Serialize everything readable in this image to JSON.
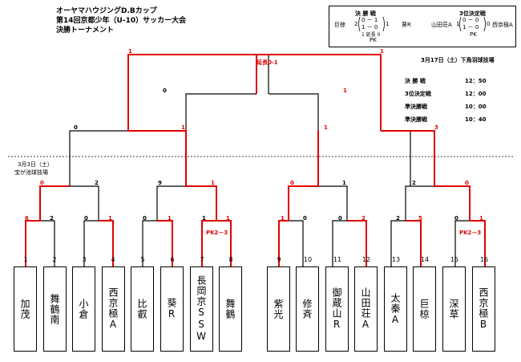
{
  "title": {
    "line1": "オーヤマハウジングD.Bカップ",
    "line2": "第14回京都少年（U-10）サッカー大会",
    "line3": "決勝トーナメント"
  },
  "results": {
    "final_header": "決 勝 戦",
    "third_header": "3位決定戦",
    "final_team1": "巨椋",
    "final_team2": "葵R",
    "final_score1": "2",
    "final_score2": "1",
    "final_half1": "0 － 1",
    "final_half2": "1 － 0",
    "final_pk": "1 延長 0",
    "final_pk_label": "PK",
    "third_team1": "山田荘A",
    "third_team2": "西京極A",
    "third_score1": "1",
    "third_score2": "0",
    "third_half1": "0 － 0",
    "third_half2": "1 － 0",
    "third_pk_label": "PK"
  },
  "schedule": {
    "date_venue": "3月17日（土）下鳥羽球技場",
    "rows": [
      {
        "label": "決 勝 戦",
        "time": "12：50"
      },
      {
        "label": "3位決定戦",
        "time": "12：00"
      },
      {
        "label": "準決勝戦",
        "time": "10：00"
      },
      {
        "label": "準決勝戦",
        "time": "10：40"
      }
    ]
  },
  "day2": {
    "date": "3月3日（土）",
    "venue": "宝が池球技場"
  },
  "notes": {
    "extra": "延長0-1",
    "pk_left": "PK2－3",
    "pk_right": "PK2－3"
  },
  "scores": {
    "r1": [
      "6",
      "2",
      "0",
      "1",
      "0",
      "1",
      "1",
      "1",
      "1",
      "0",
      "0",
      "2",
      "2",
      "5",
      "0",
      "1"
    ],
    "r2": [
      "0",
      "2",
      "9",
      "1",
      "0",
      "1",
      "2",
      "0"
    ],
    "qf": [
      "0",
      "1",
      "1",
      "3"
    ],
    "sf": [
      "0",
      "1"
    ],
    "final": [
      "1",
      "1"
    ]
  },
  "teams": [
    {
      "num": "1",
      "name": "加茂"
    },
    {
      "num": "2",
      "name": "舞鶴南"
    },
    {
      "num": "3",
      "name": "小倉"
    },
    {
      "num": "4",
      "name": "西京極A"
    },
    {
      "num": "5",
      "name": "比叡"
    },
    {
      "num": "6",
      "name": "葵R"
    },
    {
      "num": "7",
      "name": "長岡京SSW"
    },
    {
      "num": "8",
      "name": "舞鶴"
    },
    {
      "num": "9",
      "name": "紫光"
    },
    {
      "num": "10",
      "name": "修斉"
    },
    {
      "num": "11",
      "name": "御蔵山R"
    },
    {
      "num": "12",
      "name": "山田荘A"
    },
    {
      "num": "13",
      "name": "太秦A"
    },
    {
      "num": "14",
      "name": "巨椋"
    },
    {
      "num": "15",
      "name": "深草"
    },
    {
      "num": "16",
      "name": "西京極B"
    }
  ],
  "colors": {
    "winner_line": "#e00000",
    "loser_line": "#000000"
  }
}
